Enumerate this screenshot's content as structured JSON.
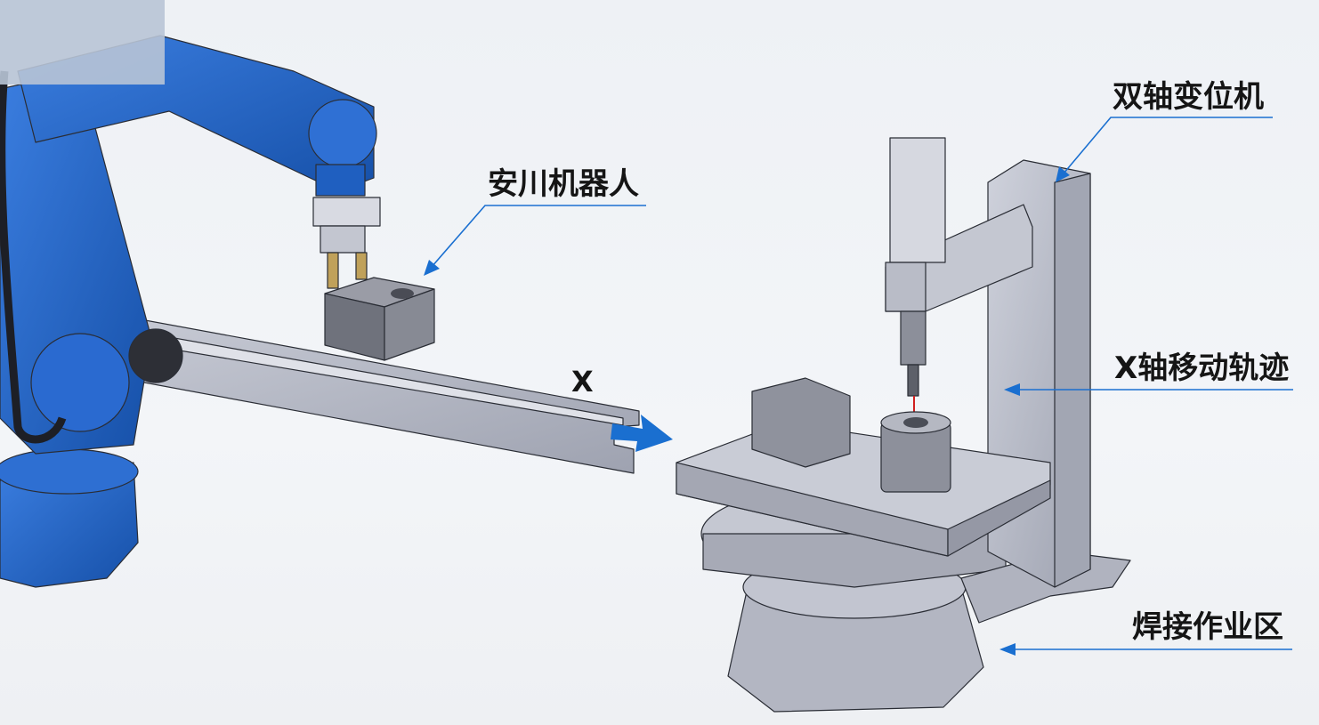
{
  "labels": {
    "robot": "安川机器人",
    "positioner": "双轴变位机",
    "x_axis_track": "X轴移动轨迹",
    "welding_zone": "焊接作业区",
    "x_direction": "X"
  },
  "colors": {
    "robot_blue": "#1f63c6",
    "leader_blue": "#1a6fd0",
    "metal_gray": "#b9bcc8",
    "text": "#151515"
  }
}
